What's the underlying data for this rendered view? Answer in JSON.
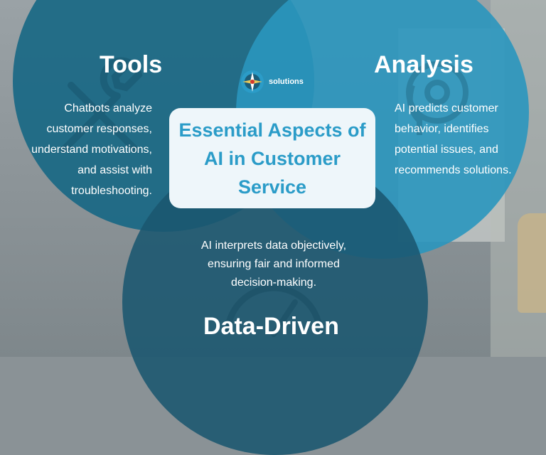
{
  "brand": {
    "name_top": "",
    "name_bottom": "solutions",
    "primary": "#2b9cc8",
    "dark": "#166784"
  },
  "center": {
    "title": "Essential Aspects of AI in Customer Service"
  },
  "tools": {
    "title": "Tools",
    "text": "Chatbots analyze customer responses, understand motivations, and assist with troubleshooting.",
    "icon": "wrench-icon"
  },
  "analysis": {
    "title": "Analysis",
    "text": "AI predicts customer behavior, identifies potential issues, and recommends solutions.",
    "icon": "head-gears-icon"
  },
  "data_driven": {
    "title": "Data-Driven",
    "text": "AI interprets data objectively, ensuring fair and informed decision-making.",
    "icon": "gauge-icon"
  }
}
